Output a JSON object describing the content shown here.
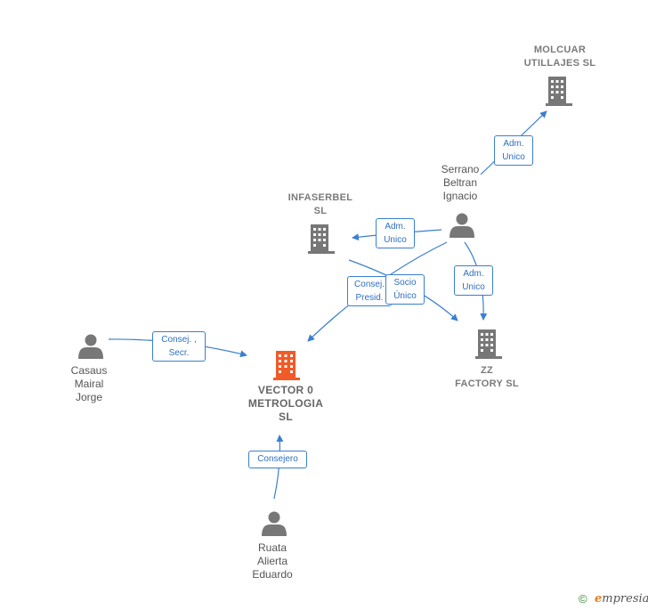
{
  "nodes": {
    "vector": {
      "label": "VECTOR 0\nMETROLOGIA\nSL",
      "icon": "building-icon",
      "color": "#f25a28"
    },
    "molcuar": {
      "label": "MOLCUAR\nUTILLAJES SL",
      "icon": "building-icon",
      "color": "#777777"
    },
    "infaserbel": {
      "label": "INFASERBEL\nSL",
      "icon": "building-icon",
      "color": "#777777"
    },
    "zz": {
      "label": "ZZ\nFACTORY  SL",
      "icon": "building-icon",
      "color": "#777777"
    },
    "serrano": {
      "label": "Serrano\nBeltran\nIgnacio",
      "icon": "person-icon",
      "color": "#777777"
    },
    "casaus": {
      "label": "Casaus\nMairal\nJorge",
      "icon": "person-icon",
      "color": "#777777"
    },
    "ruata": {
      "label": "Ruata\nAlierta\nEduardo",
      "icon": "person-icon",
      "color": "#777777"
    }
  },
  "edges": {
    "serrano_molcuar": "Adm.\nUnico",
    "serrano_infaserbel": "Adm.\nUnico",
    "serrano_zz": "Adm.\nUnico",
    "infaserbel_zz": "Socio\nÚnico",
    "serrano_vector": "Consej.\nPresid.",
    "casaus_vector": "Consej. ,\nSecr.",
    "ruata_vector": "Consejero"
  },
  "edge_color": "#3a7fd0",
  "footer": {
    "copyright": "©",
    "brand_initial": "e",
    "brand_rest": "mpresia"
  }
}
